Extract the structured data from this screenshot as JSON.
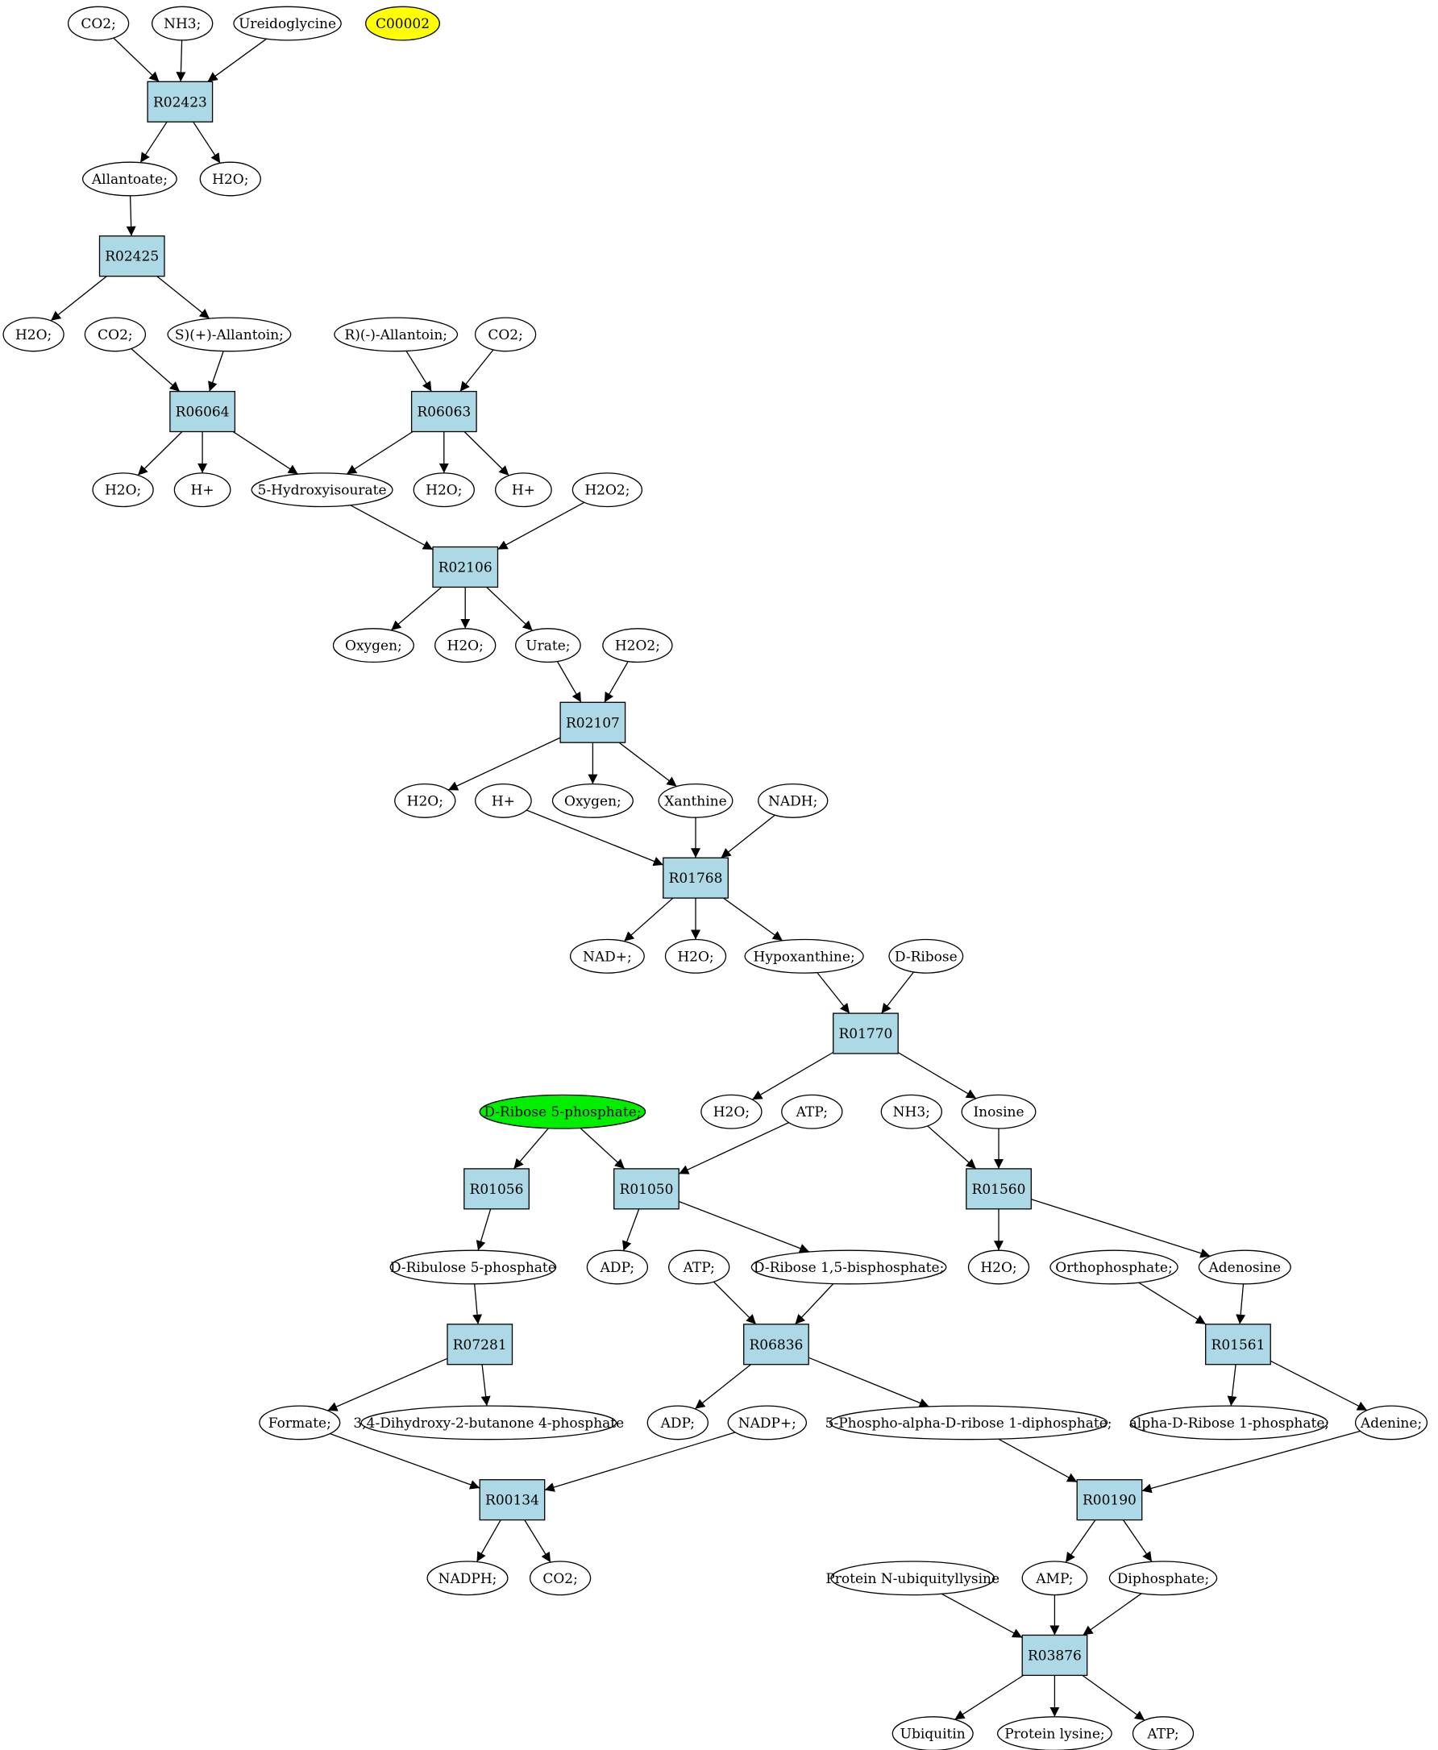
{
  "colors": {
    "reaction_fill": "#add8e6",
    "compound_fill": "#ffffff",
    "highlight_yellow": "#ffff00",
    "highlight_green": "#00ee00",
    "edge": "#000000"
  },
  "nodes": [
    {
      "id": "co2_1",
      "label": "CO2;",
      "kind": "compound"
    },
    {
      "id": "nh3_1",
      "label": "NH3;",
      "kind": "compound"
    },
    {
      "id": "ureido",
      "label": "Ureidoglycine",
      "kind": "compound"
    },
    {
      "id": "c00002",
      "label": "C00002",
      "kind": "compound",
      "fill": "highlight_yellow"
    },
    {
      "id": "R02423",
      "label": "R02423",
      "kind": "reaction"
    },
    {
      "id": "allantoate",
      "label": "Allantoate;",
      "kind": "compound"
    },
    {
      "id": "h2o_1",
      "label": "H2O;",
      "kind": "compound"
    },
    {
      "id": "R02425",
      "label": "R02425",
      "kind": "reaction"
    },
    {
      "id": "h2o_2",
      "label": "H2O;",
      "kind": "compound"
    },
    {
      "id": "co2_2",
      "label": "CO2;",
      "kind": "compound"
    },
    {
      "id": "s_allantoin",
      "label": "S)(+)-Allantoin;",
      "kind": "compound"
    },
    {
      "id": "r_allantoin",
      "label": "R)(-)-Allantoin;",
      "kind": "compound"
    },
    {
      "id": "co2_3",
      "label": "CO2;",
      "kind": "compound"
    },
    {
      "id": "R06064",
      "label": "R06064",
      "kind": "reaction"
    },
    {
      "id": "R06063",
      "label": "R06063",
      "kind": "reaction"
    },
    {
      "id": "h2o_3",
      "label": "H2O;",
      "kind": "compound"
    },
    {
      "id": "hplus_1",
      "label": "H+",
      "kind": "compound"
    },
    {
      "id": "hydroxy",
      "label": "5-Hydroxyisourate",
      "kind": "compound"
    },
    {
      "id": "h2o_4",
      "label": "H2O;",
      "kind": "compound"
    },
    {
      "id": "hplus_2",
      "label": "H+",
      "kind": "compound"
    },
    {
      "id": "h2o2_1",
      "label": "H2O2;",
      "kind": "compound"
    },
    {
      "id": "R02106",
      "label": "R02106",
      "kind": "reaction"
    },
    {
      "id": "oxygen_1",
      "label": "Oxygen;",
      "kind": "compound"
    },
    {
      "id": "h2o_5",
      "label": "H2O;",
      "kind": "compound"
    },
    {
      "id": "urate",
      "label": "Urate;",
      "kind": "compound"
    },
    {
      "id": "h2o2_2",
      "label": "H2O2;",
      "kind": "compound"
    },
    {
      "id": "R02107",
      "label": "R02107",
      "kind": "reaction"
    },
    {
      "id": "h2o_6",
      "label": "H2O;",
      "kind": "compound"
    },
    {
      "id": "hplus_3",
      "label": "H+",
      "kind": "compound"
    },
    {
      "id": "oxygen_2",
      "label": "Oxygen;",
      "kind": "compound"
    },
    {
      "id": "xanthine",
      "label": "Xanthine",
      "kind": "compound"
    },
    {
      "id": "nadh",
      "label": "NADH;",
      "kind": "compound"
    },
    {
      "id": "R01768",
      "label": "R01768",
      "kind": "reaction"
    },
    {
      "id": "nadplus",
      "label": "NAD+;",
      "kind": "compound"
    },
    {
      "id": "h2o_7",
      "label": "H2O;",
      "kind": "compound"
    },
    {
      "id": "hypox",
      "label": "Hypoxanthine;",
      "kind": "compound"
    },
    {
      "id": "dribose",
      "label": "D-Ribose",
      "kind": "compound"
    },
    {
      "id": "R01770",
      "label": "R01770",
      "kind": "reaction"
    },
    {
      "id": "dr5p",
      "label": "D-Ribose 5-phosphate;",
      "kind": "compound",
      "fill": "highlight_green"
    },
    {
      "id": "h2o_8",
      "label": "H2O;",
      "kind": "compound"
    },
    {
      "id": "atp_1",
      "label": "ATP;",
      "kind": "compound"
    },
    {
      "id": "nh3_2",
      "label": "NH3;",
      "kind": "compound"
    },
    {
      "id": "inosine",
      "label": "Inosine",
      "kind": "compound"
    },
    {
      "id": "R01056",
      "label": "R01056",
      "kind": "reaction"
    },
    {
      "id": "R01050",
      "label": "R01050",
      "kind": "reaction"
    },
    {
      "id": "R01560",
      "label": "R01560",
      "kind": "reaction"
    },
    {
      "id": "dribulose",
      "label": "D-Ribulose 5-phosphate",
      "kind": "compound"
    },
    {
      "id": "adp_1",
      "label": "ADP;",
      "kind": "compound"
    },
    {
      "id": "atp_2",
      "label": "ATP;",
      "kind": "compound"
    },
    {
      "id": "drbp",
      "label": "D-Ribose 1,5-bisphosphate;",
      "kind": "compound"
    },
    {
      "id": "h2o_9",
      "label": "H2O;",
      "kind": "compound"
    },
    {
      "id": "orthophos",
      "label": "Orthophosphate;",
      "kind": "compound"
    },
    {
      "id": "adenosine",
      "label": "Adenosine",
      "kind": "compound"
    },
    {
      "id": "R07281",
      "label": "R07281",
      "kind": "reaction"
    },
    {
      "id": "R06836",
      "label": "R06836",
      "kind": "reaction"
    },
    {
      "id": "R01561",
      "label": "R01561",
      "kind": "reaction"
    },
    {
      "id": "formate",
      "label": "Formate;",
      "kind": "compound"
    },
    {
      "id": "dhb",
      "label": "3,4-Dihydroxy-2-butanone 4-phosphate",
      "kind": "compound"
    },
    {
      "id": "adp_2",
      "label": "ADP;",
      "kind": "compound"
    },
    {
      "id": "nadpplus",
      "label": "NADP+;",
      "kind": "compound"
    },
    {
      "id": "prpp",
      "label": "5-Phospho-alpha-D-ribose 1-diphosphate;",
      "kind": "compound"
    },
    {
      "id": "adr1p",
      "label": "alpha-D-Ribose 1-phosphate;",
      "kind": "compound"
    },
    {
      "id": "adenine",
      "label": "Adenine;",
      "kind": "compound"
    },
    {
      "id": "R00134",
      "label": "R00134",
      "kind": "reaction"
    },
    {
      "id": "R00190",
      "label": "R00190",
      "kind": "reaction"
    },
    {
      "id": "nadph",
      "label": "NADPH;",
      "kind": "compound"
    },
    {
      "id": "co2_4",
      "label": "CO2;",
      "kind": "compound"
    },
    {
      "id": "pnub",
      "label": "Protein N-ubiquityllysine",
      "kind": "compound"
    },
    {
      "id": "amp",
      "label": "AMP;",
      "kind": "compound"
    },
    {
      "id": "diphos",
      "label": "Diphosphate;",
      "kind": "compound"
    },
    {
      "id": "R03876",
      "label": "R03876",
      "kind": "reaction"
    },
    {
      "id": "ubiquitin",
      "label": "Ubiquitin",
      "kind": "compound"
    },
    {
      "id": "plys",
      "label": "Protein lysine;",
      "kind": "compound"
    },
    {
      "id": "atp_3",
      "label": "ATP;",
      "kind": "compound"
    }
  ],
  "edges": [
    [
      "co2_1",
      "R02423"
    ],
    [
      "nh3_1",
      "R02423"
    ],
    [
      "ureido",
      "R02423"
    ],
    [
      "R02423",
      "allantoate"
    ],
    [
      "R02423",
      "h2o_1"
    ],
    [
      "allantoate",
      "R02425"
    ],
    [
      "R02425",
      "h2o_2"
    ],
    [
      "R02425",
      "s_allantoin"
    ],
    [
      "co2_2",
      "R06064"
    ],
    [
      "s_allantoin",
      "R06064"
    ],
    [
      "r_allantoin",
      "R06063"
    ],
    [
      "co2_3",
      "R06063"
    ],
    [
      "R06064",
      "h2o_3"
    ],
    [
      "R06064",
      "hplus_1"
    ],
    [
      "R06064",
      "hydroxy"
    ],
    [
      "R06063",
      "hydroxy"
    ],
    [
      "R06063",
      "h2o_4"
    ],
    [
      "R06063",
      "hplus_2"
    ],
    [
      "hydroxy",
      "R02106"
    ],
    [
      "h2o2_1",
      "R02106"
    ],
    [
      "R02106",
      "oxygen_1"
    ],
    [
      "R02106",
      "h2o_5"
    ],
    [
      "R02106",
      "urate"
    ],
    [
      "urate",
      "R02107"
    ],
    [
      "h2o2_2",
      "R02107"
    ],
    [
      "R02107",
      "h2o_6"
    ],
    [
      "R02107",
      "oxygen_2"
    ],
    [
      "R02107",
      "xanthine"
    ],
    [
      "hplus_3",
      "R01768"
    ],
    [
      "xanthine",
      "R01768"
    ],
    [
      "nadh",
      "R01768"
    ],
    [
      "R01768",
      "nadplus"
    ],
    [
      "R01768",
      "h2o_7"
    ],
    [
      "R01768",
      "hypox"
    ],
    [
      "hypox",
      "R01770"
    ],
    [
      "dribose",
      "R01770"
    ],
    [
      "R01770",
      "h2o_8"
    ],
    [
      "R01770",
      "inosine"
    ],
    [
      "dr5p",
      "R01056"
    ],
    [
      "dr5p",
      "R01050"
    ],
    [
      "atp_1",
      "R01050"
    ],
    [
      "nh3_2",
      "R01560"
    ],
    [
      "inosine",
      "R01560"
    ],
    [
      "R01056",
      "dribulose"
    ],
    [
      "R01050",
      "adp_1"
    ],
    [
      "R01050",
      "drbp"
    ],
    [
      "R01560",
      "h2o_9"
    ],
    [
      "R01560",
      "adenosine"
    ],
    [
      "dribulose",
      "R07281"
    ],
    [
      "atp_2",
      "R06836"
    ],
    [
      "drbp",
      "R06836"
    ],
    [
      "orthophos",
      "R01561"
    ],
    [
      "adenosine",
      "R01561"
    ],
    [
      "R07281",
      "formate"
    ],
    [
      "R07281",
      "dhb"
    ],
    [
      "R06836",
      "adp_2"
    ],
    [
      "R06836",
      "prpp"
    ],
    [
      "R01561",
      "adr1p"
    ],
    [
      "R01561",
      "adenine"
    ],
    [
      "formate",
      "R00134"
    ],
    [
      "nadpplus",
      "R00134"
    ],
    [
      "prpp",
      "R00190"
    ],
    [
      "adenine",
      "R00190"
    ],
    [
      "R00134",
      "nadph"
    ],
    [
      "R00134",
      "co2_4"
    ],
    [
      "R00190",
      "amp"
    ],
    [
      "R00190",
      "diphos"
    ],
    [
      "pnub",
      "R03876"
    ],
    [
      "amp",
      "R03876"
    ],
    [
      "diphos",
      "R03876"
    ],
    [
      "R03876",
      "ubiquitin"
    ],
    [
      "R03876",
      "plys"
    ],
    [
      "R03876",
      "atp_3"
    ]
  ]
}
